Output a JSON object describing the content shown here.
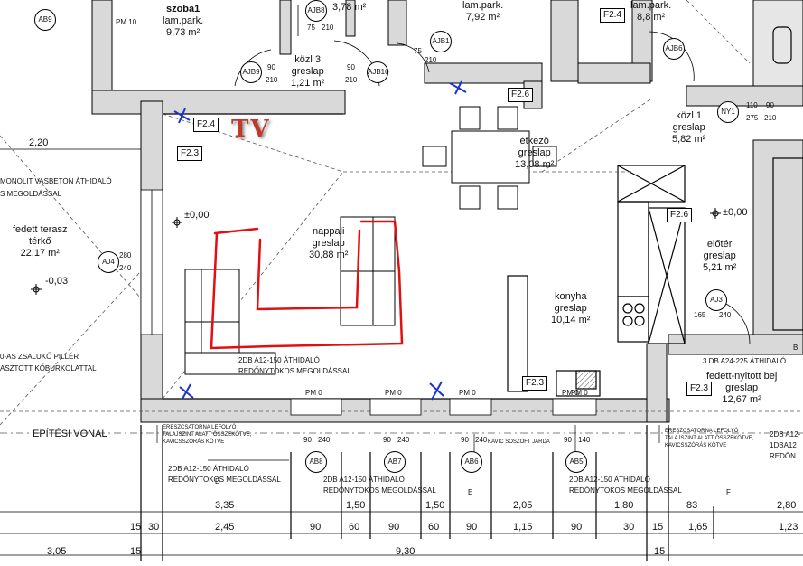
{
  "rooms": {
    "szoba1": {
      "name": "szoba1",
      "floor": "lam.park.",
      "area": "9,73 m²"
    },
    "unnamed_top": {
      "area": "3,78 m²"
    },
    "lampark_top": {
      "floor": "lam.park.",
      "area": "7,92 m²"
    },
    "lampark_right": {
      "floor": "lam.park.",
      "area": "8,8 m²"
    },
    "kozl3": {
      "name": "közl 3",
      "floor": "greslap",
      "area": "1,21 m²"
    },
    "kozl1": {
      "name": "közl 1",
      "floor": "greslap",
      "area": "5,82 m²"
    },
    "etkezo": {
      "name": "étkező",
      "floor": "greslap",
      "area": "13,08 m²"
    },
    "nappali": {
      "name": "nappali",
      "floor": "greslap",
      "area": "30,88 m²"
    },
    "konyha": {
      "name": "konyha",
      "floor": "greslap",
      "area": "10,14 m²"
    },
    "eloter": {
      "name": "előtér",
      "floor": "greslap",
      "area": "5,21 m²"
    },
    "terasz": {
      "name": "fedett terasz",
      "floor": "térkő",
      "area": "22,17 m²"
    },
    "bejaro": {
      "name": "fedett-nyitott bej",
      "floor": "greslap",
      "area": "12,67 m²"
    }
  },
  "tags": {
    "f24a": "F2.4",
    "f24b": "F2.4",
    "f26a": "F2.6",
    "f26b": "F2.6",
    "f23a": "F2.3",
    "f23b": "F2.3",
    "f23c": "F2.3"
  },
  "doors": {
    "ab9": "AB9",
    "ajb8": "AJB8",
    "ajb9": "AJB9",
    "ajb10": "AJB10",
    "ajb1": "AJB1",
    "ajb6": "AJB6",
    "ny1": "NY1",
    "aj4": "AJ4",
    "aj3": "AJ3",
    "ab8": "AB8",
    "ab7": "AB7",
    "ab6": "AB6",
    "ab5": "AB5"
  },
  "door_dims": {
    "pm10": "PM 10",
    "kozl3_l": [
      "90",
      "210"
    ],
    "kozl3_r": [
      "90",
      "210"
    ],
    "ny1": [
      "110",
      "275",
      "90",
      "210"
    ],
    "aj4": [
      "280",
      "240"
    ],
    "aj3": [
      "165",
      "240"
    ],
    "ab8": [
      "90",
      "240"
    ],
    "ab7": [
      "90",
      "240"
    ],
    "ab6": [
      "90",
      "240"
    ],
    "ab5": [
      "90",
      "140"
    ],
    "ajb8": [
      "75",
      "210"
    ],
    "ajb1": [
      "75",
      "210"
    ]
  },
  "pm": [
    "PM 0",
    "PM 0",
    "PM 0",
    "PM 0"
  ],
  "levels": {
    "a": "±0,00",
    "b": "-0,03",
    "c": "±0,00"
  },
  "notes": {
    "monolit": "MONOLIT VASBETON ÁTHIDALÓ",
    "monolit2": "S MEGOLDÁSSAL",
    "pillar": "0-AS ZSALUKŐ PILLÉR",
    "pillar2": "ASZTOTT KŐBURKOLATTAL",
    "epitesi": "EPÍTÉSI VONAL",
    "athidalo1a": "2DB A12-150 ÁTHIDALÓ",
    "athidalo1b": "REDŐNYTOKOS MEGOLDÁSSAL",
    "athidalo2a": "2DB A12-150 ÁTHIDALÓ",
    "athidalo2b": "REDŐNYTOKOS MEGOLDÁSSAL",
    "athidalo3a": "2DB A12-150 ÁTHIDALÓ",
    "athidalo3b": "REDŐNYTOKOS MEGOLDÁSSAL",
    "athidalo4a": "2DB A12-150 ÁTHIDALÓ",
    "athidalo4b": "REDŐNYTOKOS MEGOLDÁSSAL",
    "athidalo5": "3 DB A24-225 ÁTHIDALÓ",
    "right1": "2DB A12-",
    "right2": "1DBA12",
    "right3": "REDÖN",
    "csatorna1a": "ERESZCSATORNA LEFOLYÓ",
    "csatorna1b": "TALAJSZINT ALATT ÖSSZEKÖTVE,",
    "csatorna1c": "KAVICSSZÓRÁS KÖTVE",
    "csatorna2a": "ERESZCSATORNA LEFOLYÓ",
    "csatorna2b": "TALAJSZINT ALATT ÖSSZEKÖTVE,",
    "csatorna2c": "KAVICSSZÓRÁS KÖTVE",
    "kavics": "KAVIC SOSZOFT JÁRDA",
    "tv": "TV",
    "section_d": "D",
    "section_e": "E",
    "section_f": "F",
    "section_b": "B",
    "pm0_right": "PM 0"
  },
  "dims_row1": [
    "3,35",
    "1,50",
    "1,50",
    "2,05",
    "1,80",
    "83",
    "2,80"
  ],
  "dims_row2": [
    "15",
    "30",
    "2,45",
    "90",
    "60",
    "90",
    "60",
    "90",
    "1,15",
    "90",
    "30",
    "15",
    "1,65",
    "1,23"
  ],
  "dims_row3": [
    "3,05",
    "15",
    "9,30",
    "15"
  ],
  "dim_220": "2,20",
  "wall_dim_top": [
    "110",
    "275",
    "210",
    "90"
  ]
}
